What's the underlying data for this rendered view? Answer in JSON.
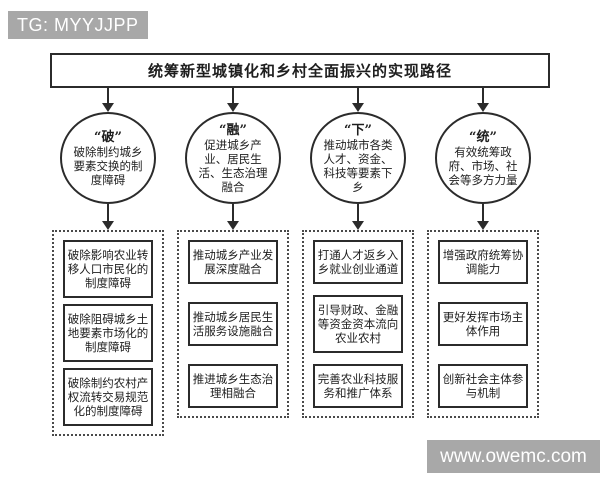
{
  "colors": {
    "banner": "#a8a8a8",
    "line": "#2b2b2b"
  },
  "watermark_top": "TG: MYYJJPP",
  "watermark_bottom": "www.owemc.com",
  "title": "统筹新型城镇化和乡村全面振兴的实现路径",
  "columns": [
    {
      "circle_label": "“破”",
      "circle_text": "破除制约城乡要素交换的制度障碍",
      "boxes": [
        "破除影响农业转移人口市民化的制度障碍",
        "破除阻碍城乡土地要素市场化的制度障碍",
        "破除制约农村产权流转交易规范化的制度障碍"
      ]
    },
    {
      "circle_label": "“融”",
      "circle_text": "促进城乡产业、居民生活、生态治理融合",
      "boxes": [
        "推动城乡产业发展深度融合",
        "推动城乡居民生活服务设施融合",
        "推进城乡生态治理相融合"
      ]
    },
    {
      "circle_label": "“下”",
      "circle_text": "推动城市各类人才、资金、科技等要素下乡",
      "boxes": [
        "打通人才返乡入乡就业创业通道",
        "引导财政、金融等资金资本流向农业农村",
        "完善农业科技服务和推广体系"
      ]
    },
    {
      "circle_label": "“统”",
      "circle_text": "有效统筹政府、市场、社会等多方力量",
      "boxes": [
        "增强政府统筹协调能力",
        "更好发挥市场主体作用",
        "创新社会主体参与机制"
      ]
    }
  ]
}
